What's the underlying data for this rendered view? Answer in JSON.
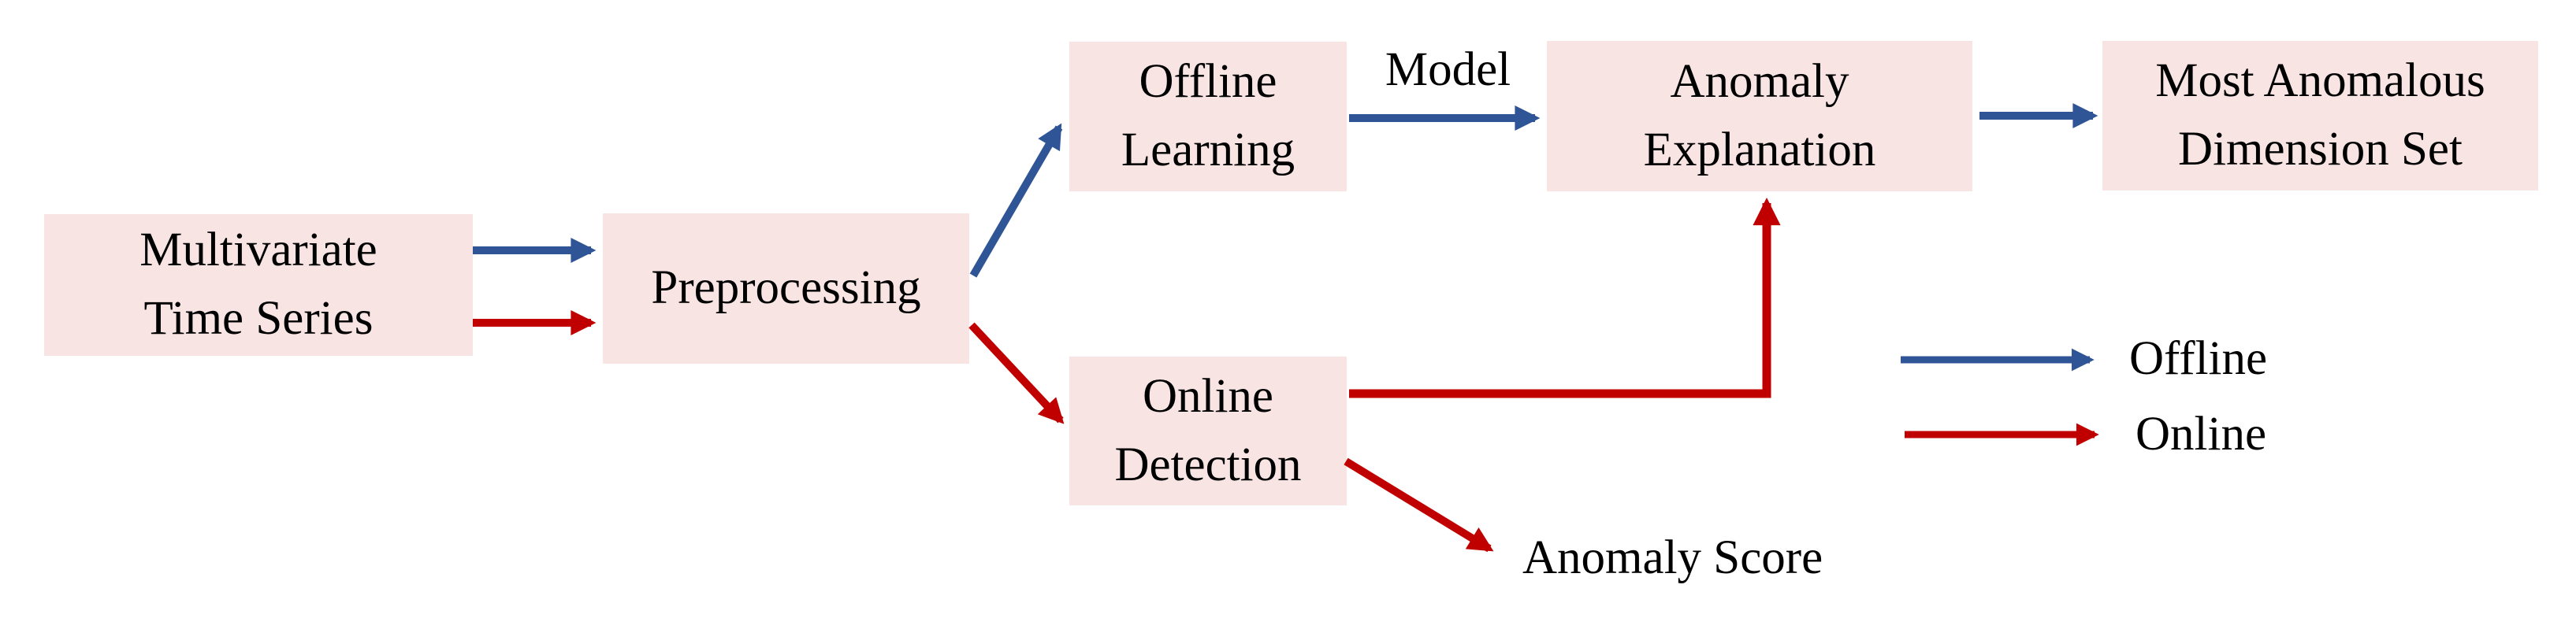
{
  "diagram": {
    "nodes": {
      "multivariate_time_series": {
        "label": "Multivariate\nTime Series"
      },
      "preprocessing": {
        "label": "Preprocessing"
      },
      "offline_learning": {
        "label": "Offline\nLearning"
      },
      "online_detection": {
        "label": "Online\nDetection"
      },
      "anomaly_explanation": {
        "label": "Anomaly\nExplanation"
      },
      "most_anomalous_dimension_set": {
        "label": "Most Anomalous\nDimension Set"
      }
    },
    "edge_labels": {
      "model": "Model",
      "anomaly_score": "Anomaly Score"
    },
    "edges": [
      {
        "from": "multivariate_time_series",
        "to": "preprocessing",
        "type": "offline"
      },
      {
        "from": "multivariate_time_series",
        "to": "preprocessing",
        "type": "online"
      },
      {
        "from": "preprocessing",
        "to": "offline_learning",
        "type": "offline"
      },
      {
        "from": "preprocessing",
        "to": "online_detection",
        "type": "online"
      },
      {
        "from": "offline_learning",
        "to": "anomaly_explanation",
        "type": "offline",
        "label": "Model"
      },
      {
        "from": "anomaly_explanation",
        "to": "most_anomalous_dimension_set",
        "type": "offline"
      },
      {
        "from": "online_detection",
        "to": "anomaly_explanation",
        "type": "online"
      },
      {
        "from": "online_detection",
        "to": "anomaly_score",
        "type": "online",
        "label": "Anomaly Score"
      }
    ],
    "legend": {
      "offline": {
        "label": "Offline",
        "color": "#2F5597"
      },
      "online": {
        "label": "Online",
        "color": "#C00000"
      }
    },
    "colors": {
      "offline_arrow": "#2F5597",
      "online_arrow": "#C00000",
      "node_fill": "#F8E5E3",
      "text": "#000000"
    }
  }
}
